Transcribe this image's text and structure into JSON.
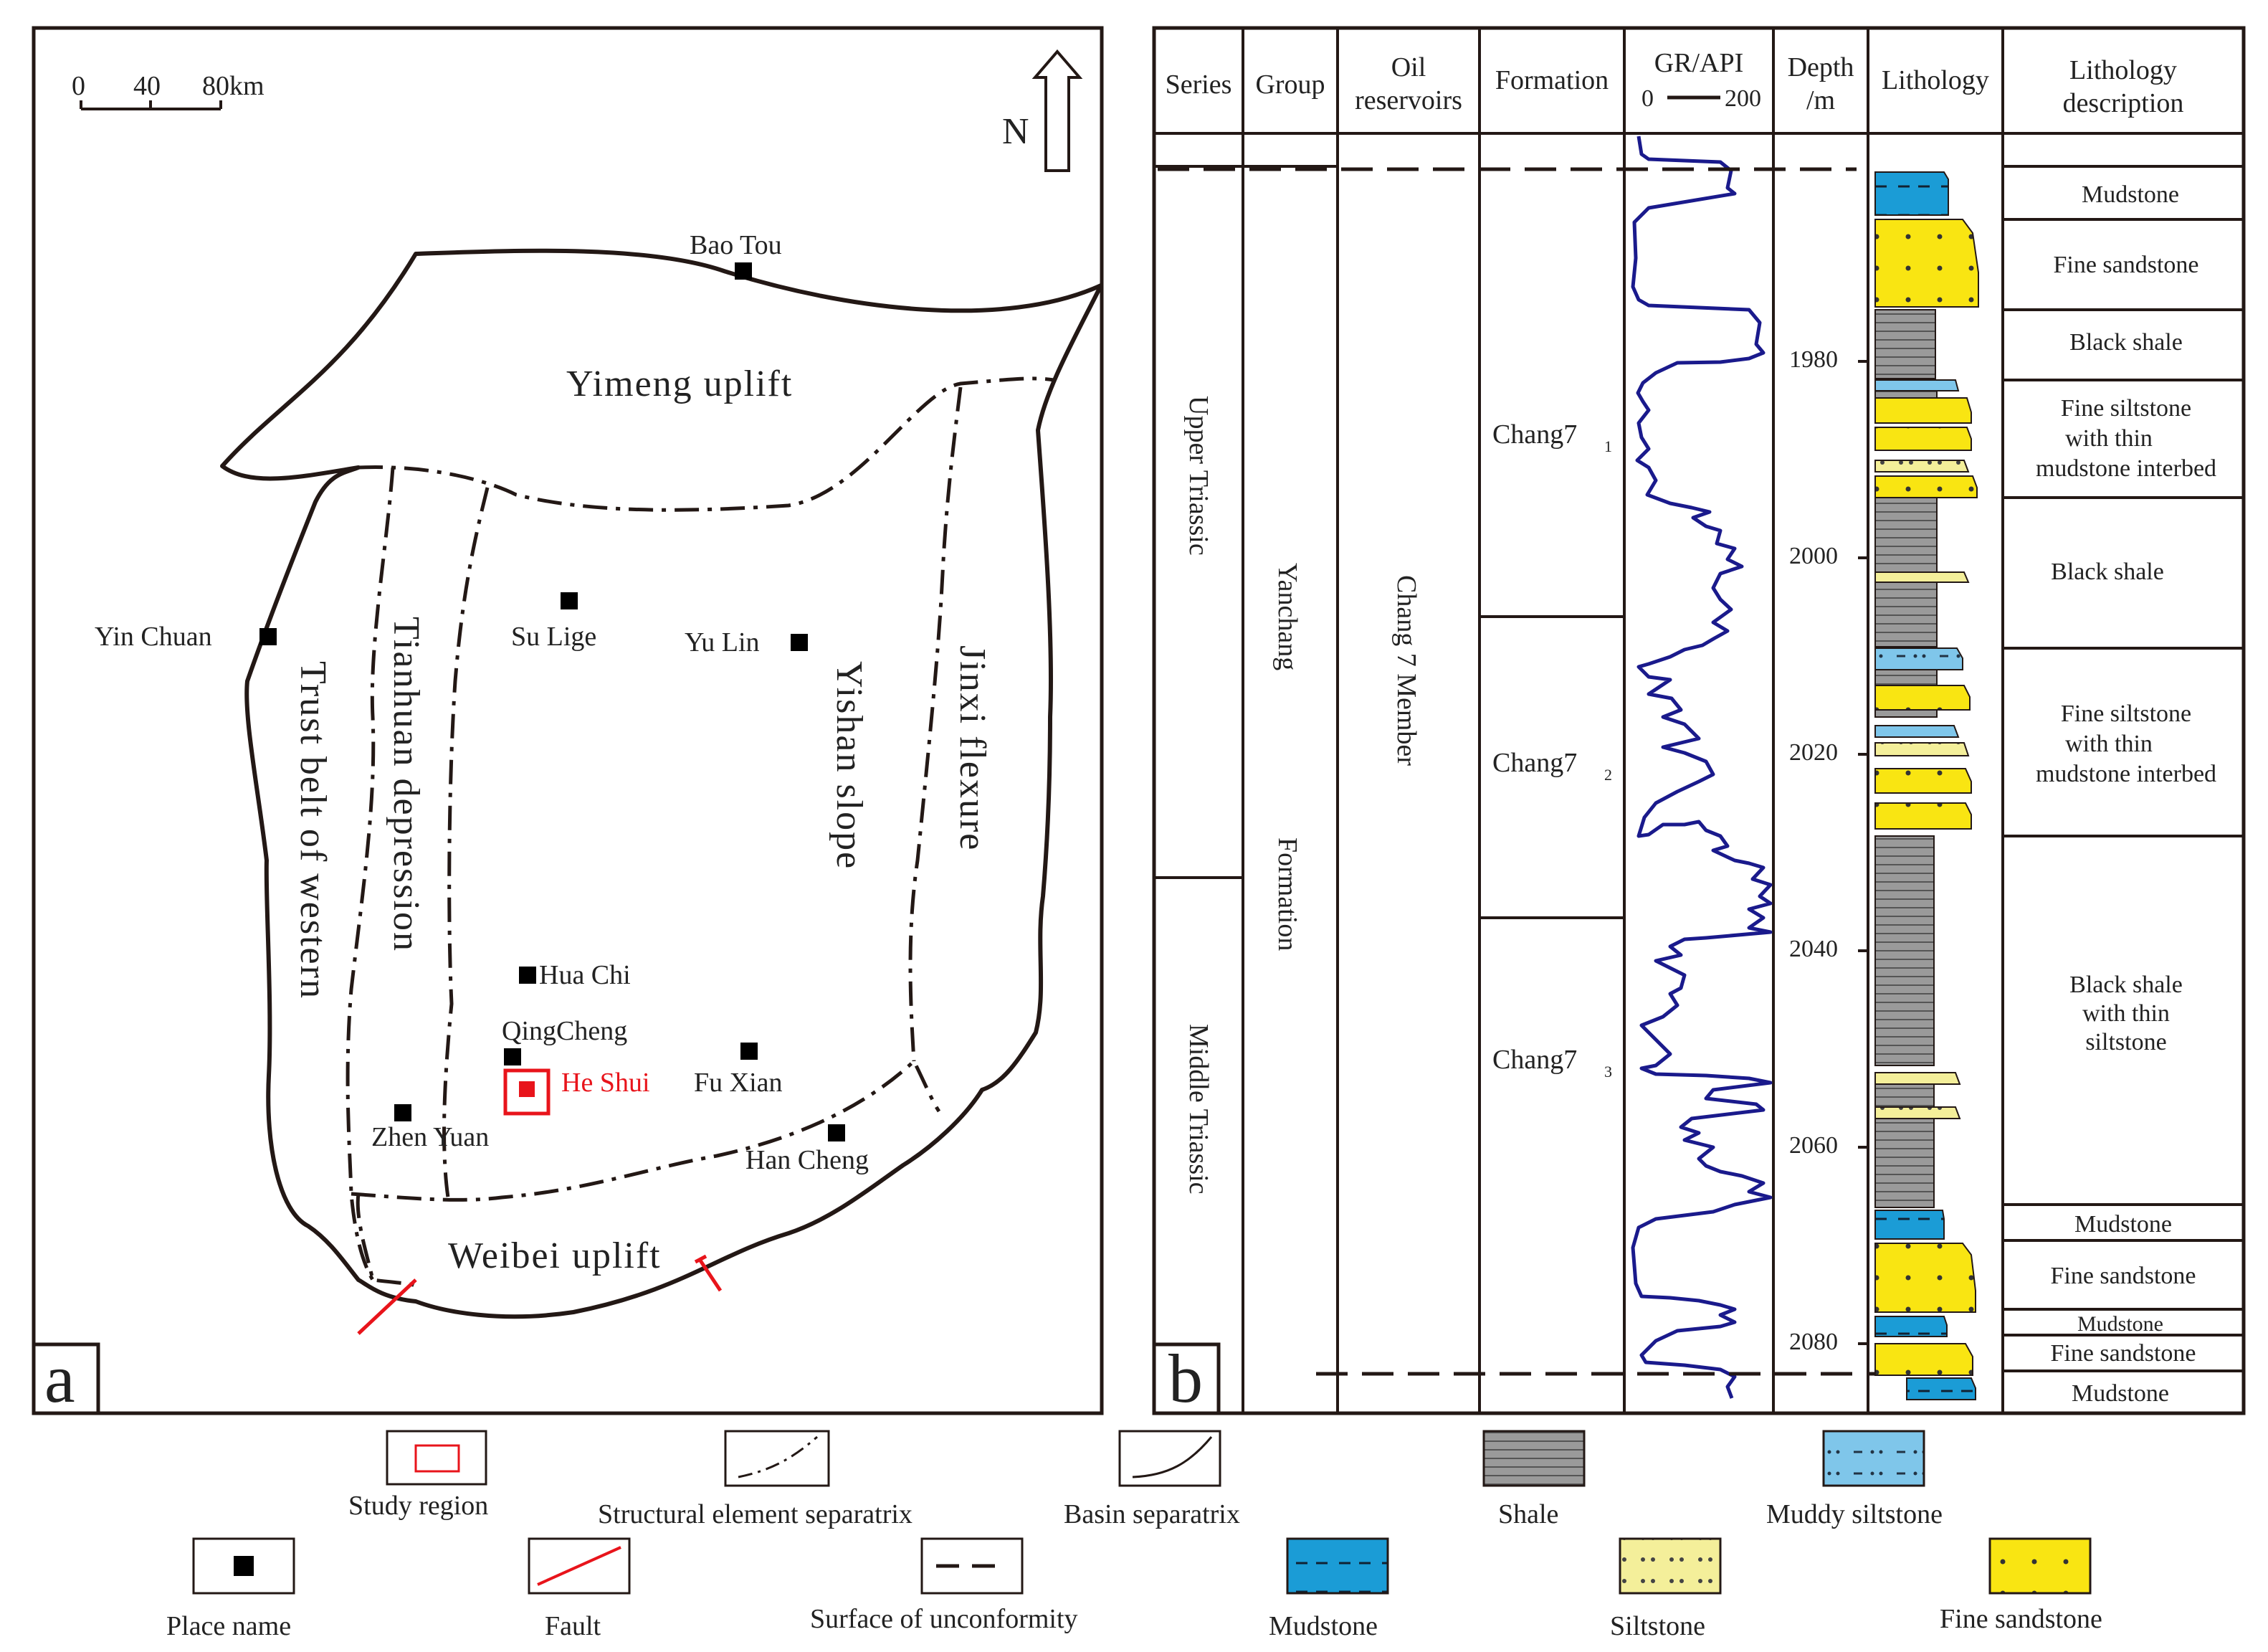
{
  "panel_a": {
    "panel_label": "a",
    "scale_bar": {
      "ticks": [
        "0",
        "40",
        "80km"
      ]
    },
    "north_label": "N",
    "regions": {
      "yimeng": "Yimeng uplift",
      "weibei": "Weibei uplift",
      "trust": "Trust belt of western",
      "tianhuan": "Tianhuan depression",
      "yishan": "Yishan slope",
      "jinxi": "Jinxi flexure"
    },
    "places": {
      "bao_tou": "Bao Tou",
      "yin_chuan": "Yin Chuan",
      "su_lige": "Su Lige",
      "yu_lin": "Yu Lin",
      "hua_chi": "Hua Chi",
      "qing_cheng": "QingCheng",
      "he_shui": "He Shui",
      "fu_xian": "Fu Xian",
      "zhen_yuan": "Zhen Yuan",
      "han_cheng": "Han Cheng"
    },
    "colors": {
      "study_region": "#e8141b",
      "fault": "#e8141b",
      "place_marker": "#000000"
    }
  },
  "panel_b": {
    "panel_label": "b",
    "headers": {
      "series": "Series",
      "group": "Group",
      "oil_1": "Oil",
      "oil_2": "reservoirs",
      "formation": "Formation",
      "gr_title": "GR/API",
      "gr_min": "0",
      "gr_max": "200",
      "depth_1": "Depth",
      "depth_2": "/m",
      "lithology": "Lithology",
      "desc_1": "Lithology",
      "desc_2": "description"
    },
    "series": {
      "upper": "Upper Triassic",
      "middle": "Middle Triassic"
    },
    "group": {
      "part1": "Yanchang",
      "part2": "Formation"
    },
    "oil_reservoir": "Chang 7 Member",
    "formations": [
      {
        "name": "Chang7",
        "sub": "1"
      },
      {
        "name": "Chang7",
        "sub": "2"
      },
      {
        "name": "Chang7",
        "sub": "3"
      }
    ],
    "depth_ticks": [
      "1980",
      "2000",
      "2020",
      "2040",
      "2060",
      "2080"
    ],
    "descriptions": [
      [
        "Mudstone"
      ],
      [
        "Fine sandstone"
      ],
      [
        "Black shale"
      ],
      [
        "Fine siltstone",
        "with thin",
        "mudstone interbed"
      ],
      [
        "Black shale"
      ],
      [
        "Fine siltstone",
        "with thin",
        "mudstone interbed"
      ],
      [
        "Black shale",
        "with thin",
        "siltstone"
      ],
      [
        "Mudstone"
      ],
      [
        "Fine sandstone"
      ],
      [
        "Mudstone"
      ],
      [
        "Fine sandstone"
      ],
      [
        "Mudstone"
      ]
    ],
    "colors": {
      "gr_curve": "#1a1a8c",
      "mudstone": "#1b9cd6",
      "fine_sandstone": "#f9e512",
      "siltstone": "#f4ef9a",
      "muddy_siltstone": "#7fc6ea",
      "shale": "#9a9a9a"
    }
  },
  "legend": {
    "study_region": "Study region",
    "structural": "Structural element separatrix",
    "basin": "Basin separatrix",
    "shale": "Shale",
    "muddy_siltstone": "Muddy siltstone",
    "place_name": "Place name",
    "fault": "Fault",
    "unconformity": "Surface of unconformity",
    "mudstone": "Mudstone",
    "siltstone": "Siltstone",
    "fine_sandstone": "Fine sandstone"
  }
}
